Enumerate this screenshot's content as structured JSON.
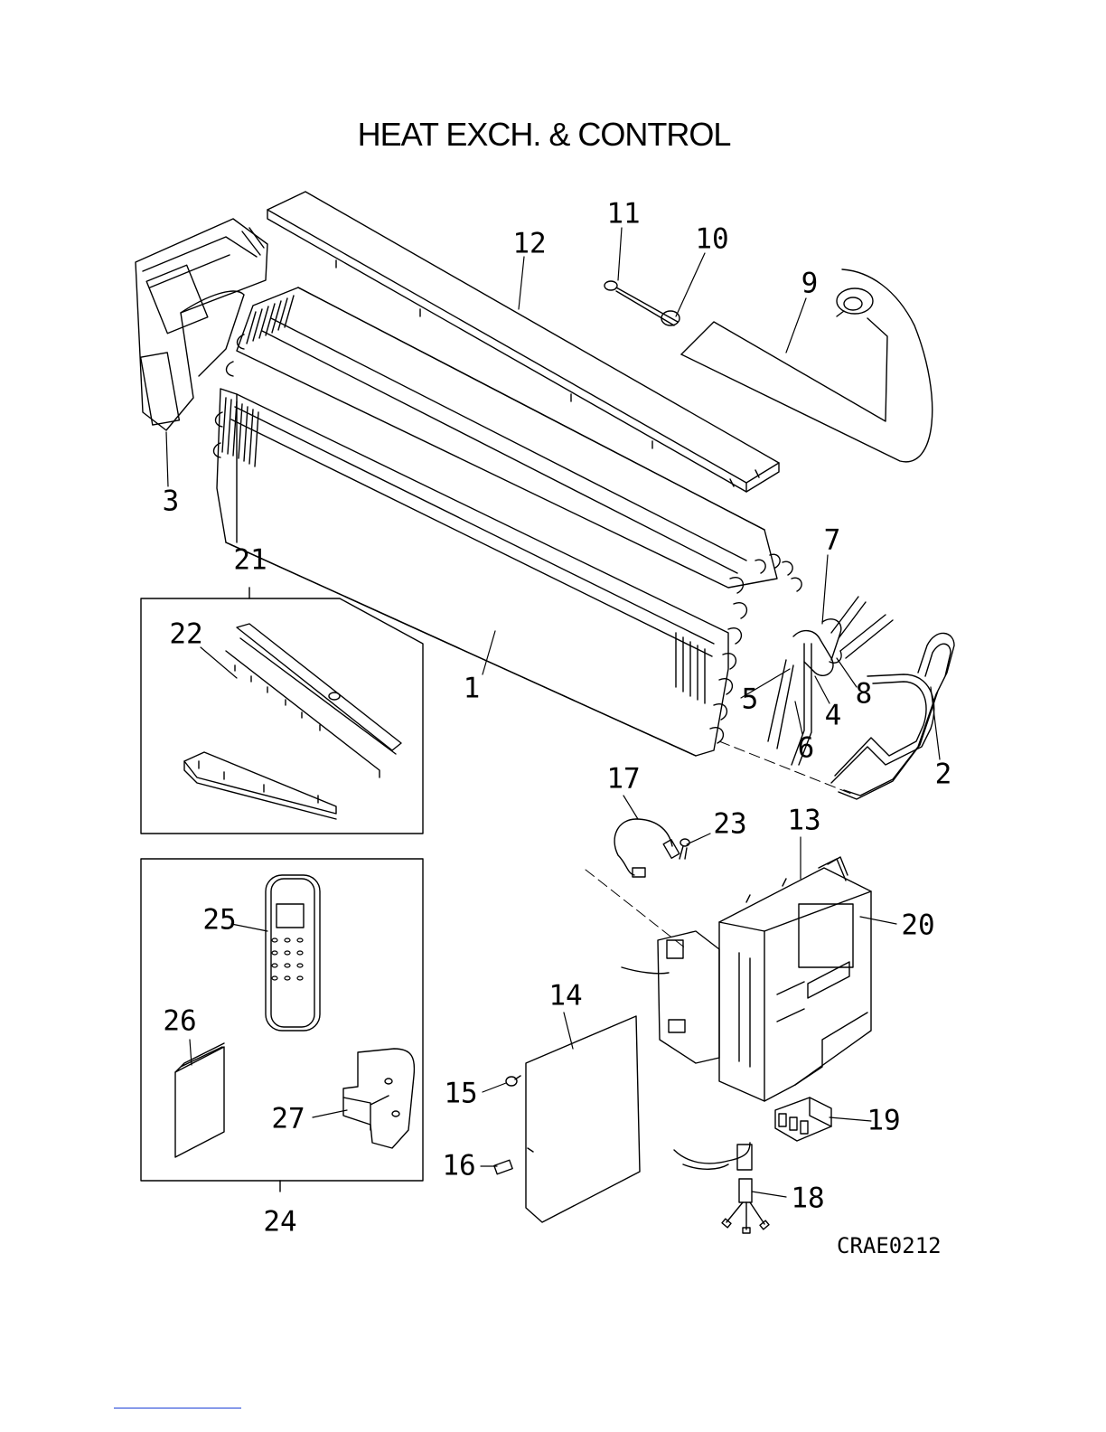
{
  "title": "HEAT EXCH. & CONTROL",
  "drawing_code": "CRAE0212",
  "callouts": {
    "c1": "1",
    "c2": "2",
    "c3": "3",
    "c4": "4",
    "c5": "5",
    "c6": "6",
    "c7": "7",
    "c8": "8",
    "c9": "9",
    "c10": "10",
    "c11": "11",
    "c12": "12",
    "c13": "13",
    "c14": "14",
    "c15": "15",
    "c16": "16",
    "c17": "17",
    "c18": "18",
    "c19": "19",
    "c20": "20",
    "c21": "21",
    "c22": "22",
    "c23": "23",
    "c24": "24",
    "c25": "25",
    "c26": "26",
    "c27": "27"
  },
  "colors": {
    "line": "#000000",
    "footer_rule": "#1a3fd6"
  }
}
